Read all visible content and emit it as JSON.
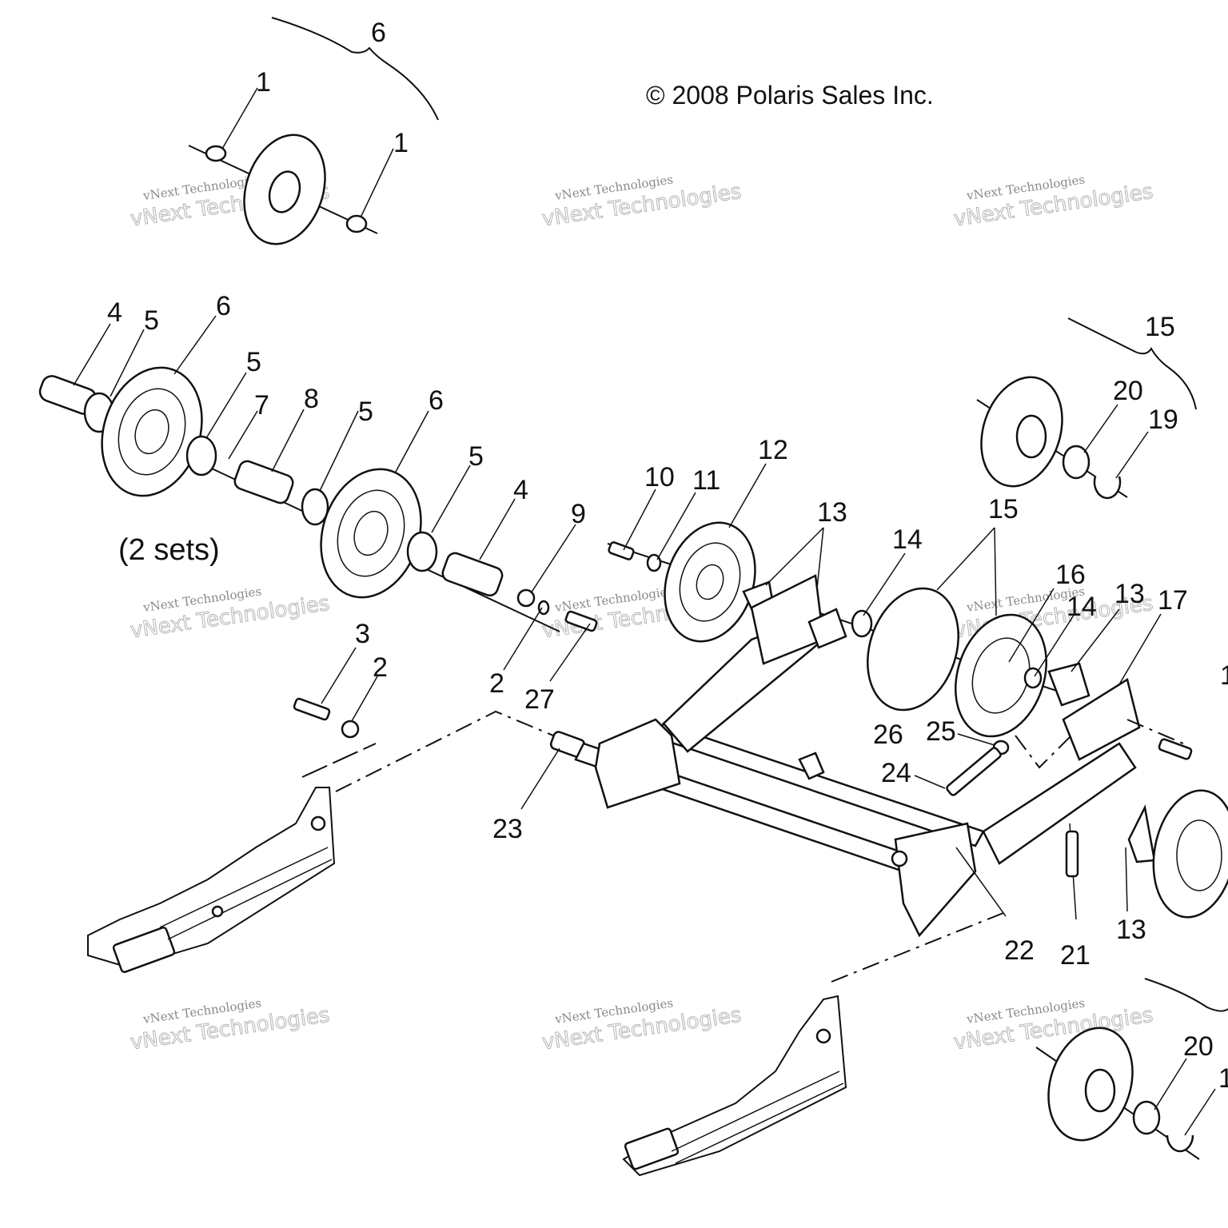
{
  "copyright": "© 2008 Polaris Sales Inc.",
  "sets_note": "(2 sets)",
  "watermark": {
    "line1": "vNext Technologies",
    "line2": "vNext Technologies"
  },
  "labels": {
    "l6a": "6",
    "l1a": "1",
    "l1b": "1",
    "l4a": "4",
    "l5a": "5",
    "l6b": "6",
    "l5b": "5",
    "l7": "7",
    "l8": "8",
    "l5c": "5",
    "l6c": "6",
    "l5d": "5",
    "l4b": "4",
    "l9": "9",
    "l10": "10",
    "l11": "11",
    "l12": "12",
    "l13a": "13",
    "l14a": "14",
    "l15a": "15",
    "l16": "16",
    "l14b": "14",
    "l13b": "13",
    "l17": "17",
    "l15b": "15",
    "l20a": "20",
    "l19": "19",
    "l3": "3",
    "l2a": "2",
    "l2b": "2",
    "l27": "27",
    "l23": "23",
    "l26": "26",
    "l25": "25",
    "l24": "24",
    "l22": "22",
    "l21": "21",
    "l13c": "13",
    "l20b": "20",
    "l1c": "1",
    "l1d": "1"
  }
}
